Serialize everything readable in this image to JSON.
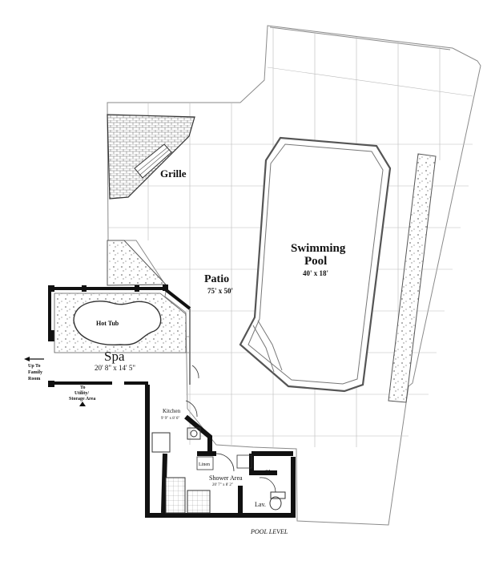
{
  "rooms": {
    "grille": "Grille",
    "patio": "Patio",
    "patio_size": "75' x 50'",
    "pool_line1": "Swimming",
    "pool_line2": "Pool",
    "pool_size": "40' x 18'",
    "hot_tub": "Hot Tub",
    "spa": "Spa",
    "spa_size": "20' 8\" x 14' 5\"",
    "kitchen": "Kitchen",
    "kitchen_size": "9' 9\" x 8' 6\"",
    "linen": "Linen",
    "shower": "Shower Area",
    "shower_size": "20' 7\" x 8' 2\"",
    "closet": "Clos.",
    "lav": "Lav."
  },
  "exits": {
    "family_line1": "Up To",
    "family_line2": "Family",
    "family_line3": "Room",
    "utility_line1": "To",
    "utility_line2": "Utility/",
    "utility_line3": "Storage Area"
  },
  "caption": "POOL LEVEL",
  "colors": {
    "wall": "#111111",
    "line": "#8a8a8a",
    "brick": "#777777",
    "stone": "#bdbdbd"
  }
}
